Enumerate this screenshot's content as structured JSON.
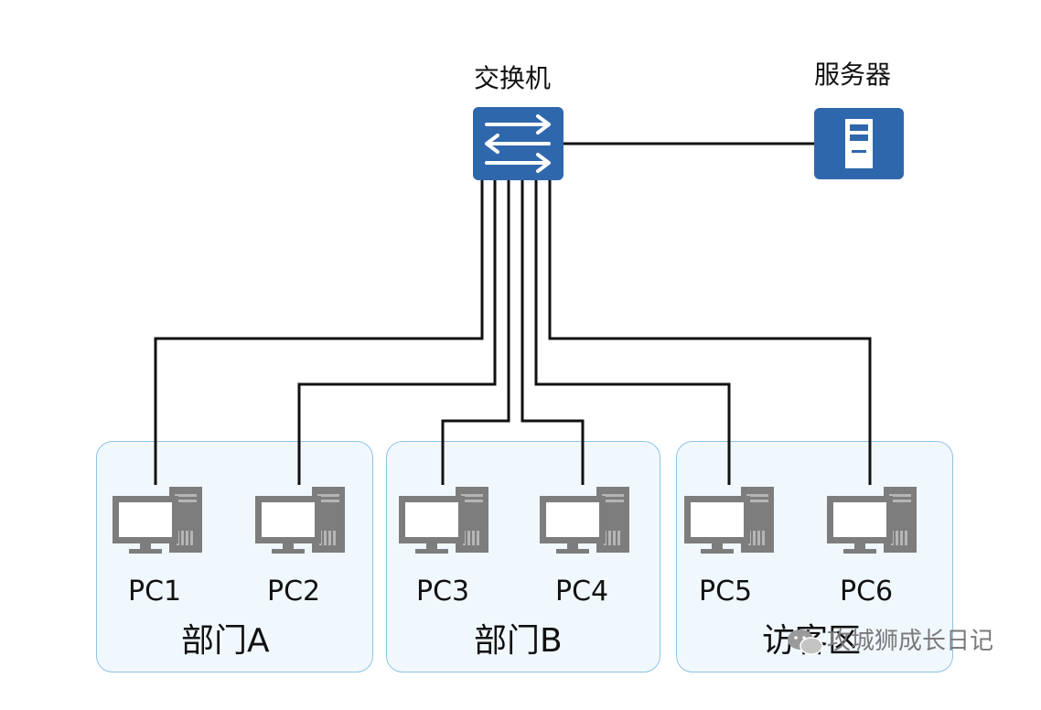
{
  "devices": {
    "switch_label": "交换机",
    "server_label": "服务器"
  },
  "pcs": [
    "PC1",
    "PC2",
    "PC3",
    "PC4",
    "PC5",
    "PC6"
  ],
  "zones": [
    "部门A",
    "部门B",
    "访客区"
  ],
  "watermark": "攻城狮成长日记",
  "colors": {
    "device_blue": "#2f67ad",
    "zone_border": "#8ec3e6",
    "zone_fill": "#f1f8fd",
    "pc_gray": "#7d7d7d",
    "cable": "#111111"
  },
  "icons": {
    "switch": "switch-icon",
    "server": "server-icon",
    "pc": "pc-icon",
    "watermark": "wechat-icon"
  }
}
